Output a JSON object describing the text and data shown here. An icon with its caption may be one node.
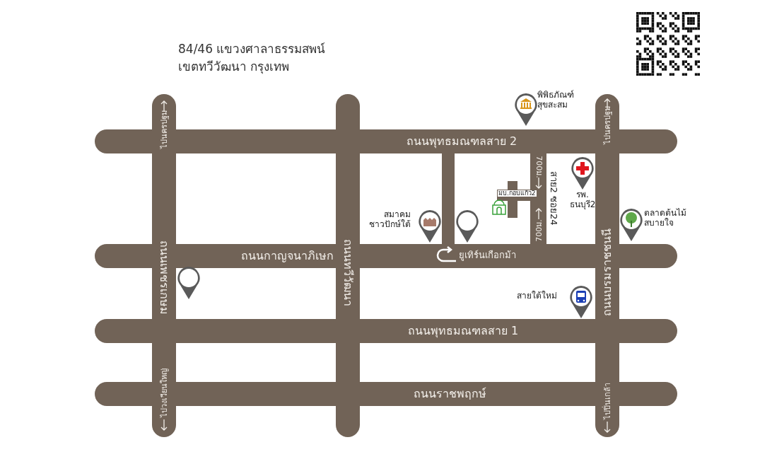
{
  "diagram": {
    "nodes": [
      {
        "text": [
          "ถนนพุทธมณฑลสาย 2"
        ]
      },
      {
        "text": [
          "ถนนกาญจนาภิเษก"
        ]
      },
      {
        "text": [
          "ถนนพุทธมณฑลสาย 1"
        ]
      },
      {
        "text": [
          "ถนนราชพฤกษ์"
        ]
      },
      {
        "text": [
          "ไปนครปฐม",
          "ถนนเพชรเกษม",
          "ไปวงเวียนใหญ่"
        ]
      },
      {
        "text": [
          "ถนนทวีวัฒนา"
        ]
      },
      {
        "text": [
          "ไปนครปฐม",
          "ถนนบรมราชชนนี",
          "ไปปิ่นเกล้า"
        ]
      },
      {
        "text": [],
        "shape": "bar"
      },
      {
        "text": [
          "สาย2 ซอย24"
        ]
      },
      {
        "text": [
          "มบ.กอบแก้ว2"
        ]
      },
      {
        "text": [
          "พิพิธภัณฑ์ สุขสะสม"
        ]
      },
      {
        "text": [
          "รพ. ธนบุรี2"
        ]
      },
      {
        "text": [
          "ตลาดต้นไม้ สบายใจ"
        ]
      },
      {
        "text": [
          "สมาคม ชาวปักษ์ใต้"
        ]
      },
      {
        "text": [],
        "shape": "pin"
      },
      {
        "text": [],
        "shape": "pin"
      },
      {
        "text": [
          "สายใต้ใหม่"
        ]
      }
    ],
    "labels": [
      "84/46 แขวงศาลาธรรมสพน์",
      "เขตทวีวัฒนา กรุงเทพ",
      "700ม.",
      "700ม.",
      "ยูเทิร์นเกือกม้า"
    ]
  }
}
